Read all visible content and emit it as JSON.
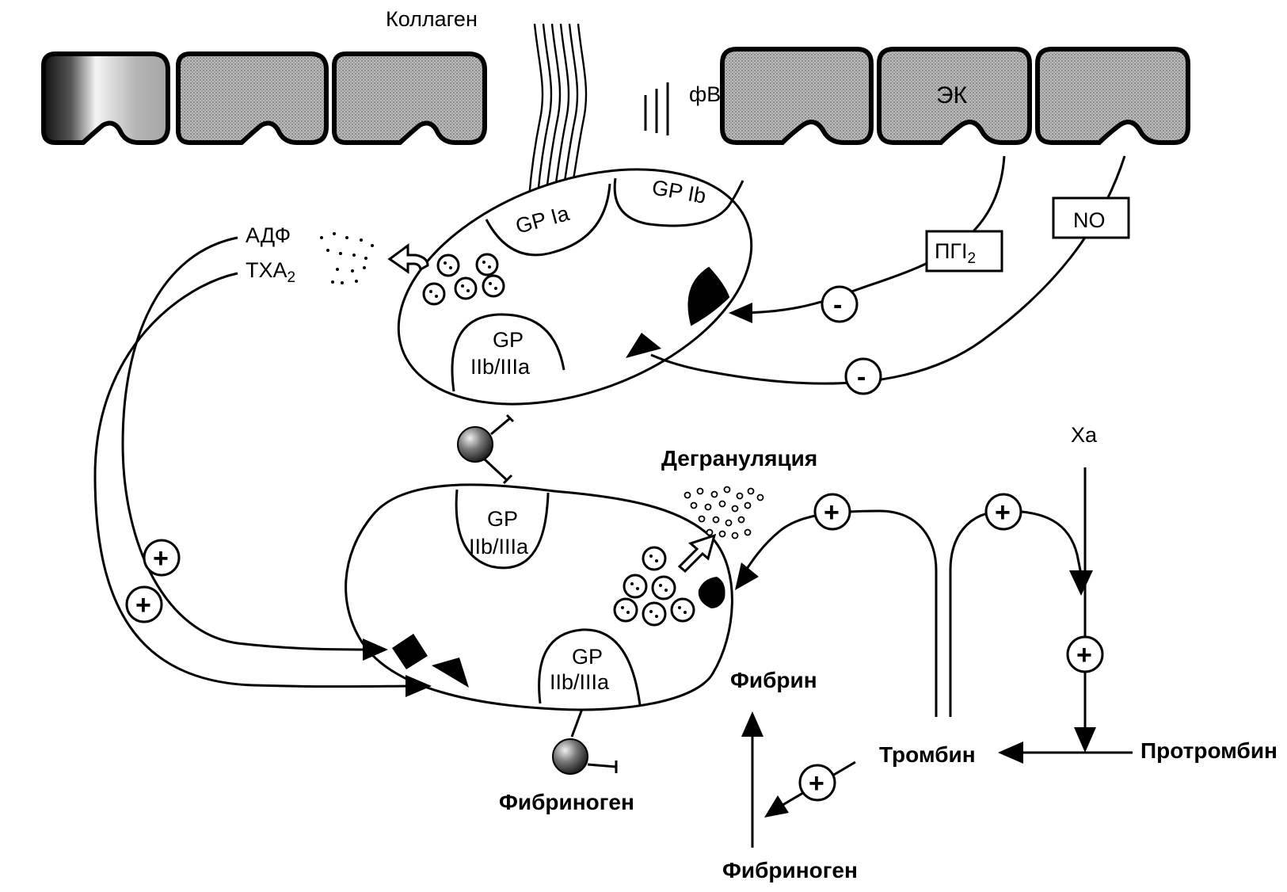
{
  "labels": {
    "collagen": "Коллаген",
    "vwf": "фВ",
    "ec": "ЭК",
    "gp_ia": "GP Ia",
    "gp_ib": "GP Ib",
    "gp_top_1": "GP",
    "gp_top_2": "IIb/IIIa",
    "gp_mid_1": "GP",
    "gp_mid_2": "IIb/IIIa",
    "gp_bot_1": "GP",
    "gp_bot_2": "IIb/IIIa",
    "adp": "АДФ",
    "txa": "TXA",
    "txa_sub": "2",
    "pgi": "ПГI",
    "pgi_sub": "2",
    "no": "NO",
    "degranulation": "Дегрануляция",
    "xa": "Xa",
    "fibrin": "Фибрин",
    "thrombin": "Тромбин",
    "prothrombin": "Протромбин",
    "fibrinogen_platelet": "Фибриноген",
    "fibrinogen_bottom": "Фибриноген",
    "plus": "+",
    "minus": "-"
  },
  "colors": {
    "cell_fill": "#a9a9a9",
    "line": "#000000",
    "background": "#ffffff"
  }
}
